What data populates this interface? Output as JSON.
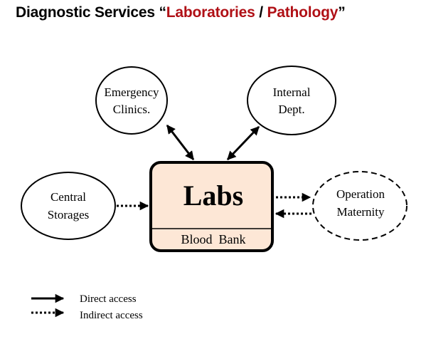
{
  "title": {
    "prefix": "Diagnostic Services ",
    "open_quote": "“",
    "part1": "Laboratories",
    "separator": " / ",
    "part2": "Pathology",
    "close_quote": "”"
  },
  "nodes": {
    "emergency": {
      "line1": "Emergency",
      "line2": "Clinics."
    },
    "internal": {
      "line1": "Internal",
      "line2": "Dept."
    },
    "central": {
      "line1": "Central",
      "line2": "Storages"
    },
    "operation": {
      "line1": "Operation",
      "line2": "Maternity"
    },
    "labs": {
      "title": "Labs",
      "subtitle": "Blood  Bank"
    }
  },
  "legend": {
    "direct": "Direct access",
    "indirect": "Indirect access"
  },
  "colors": {
    "accent_red": "#b01016",
    "labs_fill": "#fde7d6",
    "ink": "#000000"
  }
}
